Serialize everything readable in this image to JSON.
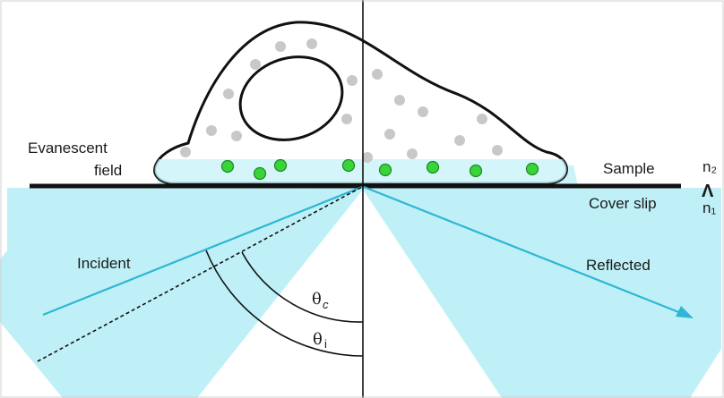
{
  "labels": {
    "evanescent_line1": "Evanescent",
    "evanescent_line2": "field",
    "sample": "Sample",
    "cover_slip": "Cover slip",
    "incident": "Incident",
    "reflected": "Reflected",
    "n2": "n₂",
    "relation": "Λ",
    "n1": "n₁",
    "theta": "θ",
    "theta_c_sub": "c",
    "theta_i_sub": "i"
  },
  "colors": {
    "beam": "#bff0f7",
    "beam_line": "#2fb6d4",
    "evanescent": "#b8eef6",
    "fluorophore": "#39d43a",
    "fluorophore_stroke": "#1a8a1f",
    "organelle": "#c8c8c8",
    "stroke": "#111111"
  }
}
